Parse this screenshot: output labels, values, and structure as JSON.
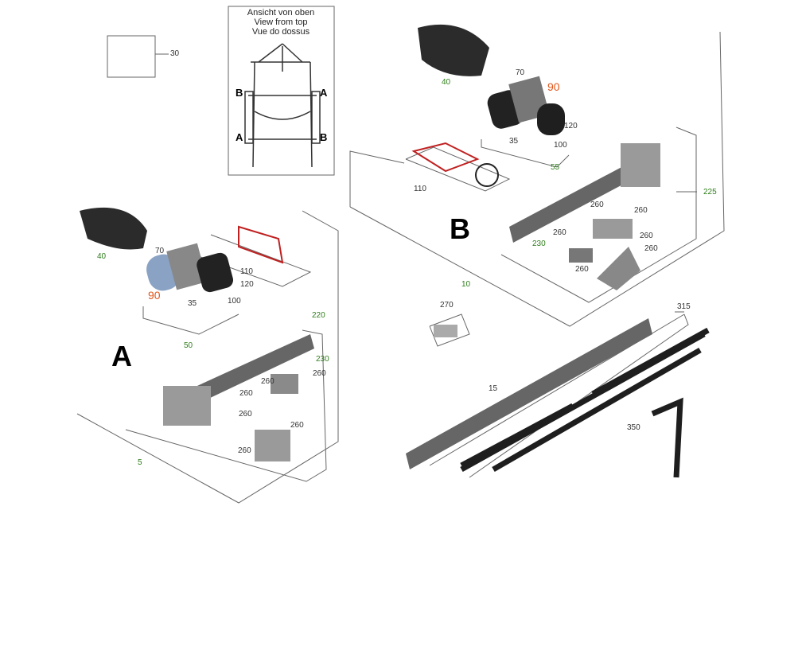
{
  "inset": {
    "title_lines": [
      "Ansicht von oben",
      "View from top",
      "Vue do dossus"
    ],
    "markers": [
      "B",
      "A",
      "A",
      "B"
    ]
  },
  "kit_labels": {
    "A": "A",
    "B": "B"
  },
  "part_numbers_left": {
    "p30": "30",
    "p40": "40",
    "p70": "70",
    "p90": "90",
    "p110": "110",
    "p120": "120",
    "p35": "35",
    "p100": "100",
    "p50": "50",
    "p220": "220",
    "p230": "230",
    "p260a": "260",
    "p260b": "260",
    "p260c": "260",
    "p260d": "260",
    "p260e": "260",
    "p260f": "260",
    "p5": "5"
  },
  "part_numbers_right": {
    "p40": "40",
    "p70": "70",
    "p90": "90",
    "p120": "120",
    "p35": "35",
    "p100": "100",
    "p55": "55",
    "p110": "110",
    "p225": "225",
    "p260a": "260",
    "p260b": "260",
    "p260c": "260",
    "p260d": "260",
    "p260e": "260",
    "p260f": "260",
    "p230": "230",
    "p10": "10",
    "p270": "270",
    "p315": "315",
    "p15": "15",
    "p350": "350"
  },
  "colors": {
    "highlight": "#e0561b",
    "ref_green": "#2e7d1a"
  }
}
